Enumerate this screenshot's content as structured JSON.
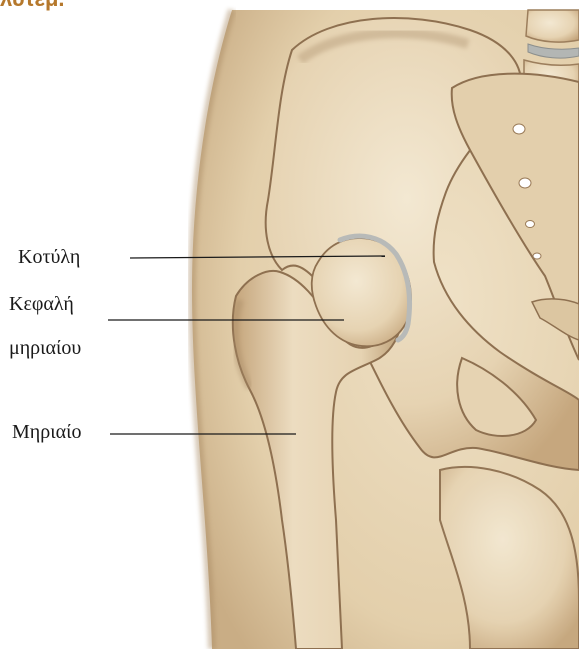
{
  "header": {
    "title_fragment": "λυτεμ."
  },
  "labels": {
    "acetabulum": "Κοτύλη",
    "femoral_head_line1": "Κεφαλή",
    "femoral_head_line2": "μηριαίου",
    "femur": "Μηριαίο"
  },
  "colors": {
    "skin": "#e6d4b4",
    "bone": "#e9d9bd",
    "bone_shadow": "#a28463",
    "cartilage": "#b8bab8",
    "leader_line": "#1a1a1a",
    "header_accent": "#b5782c"
  }
}
